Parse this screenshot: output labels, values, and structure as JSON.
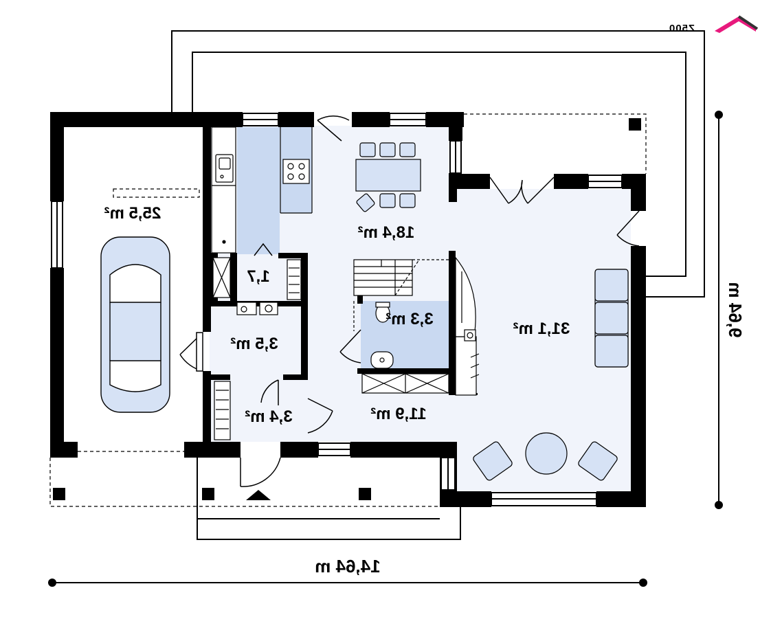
{
  "logo": {
    "text": "Z500",
    "accent": "#e8197d"
  },
  "colors": {
    "wall": "#000000",
    "floor": "#f1f4fb",
    "highlight": "#c9d9f1",
    "furniture": "#d6e2f5",
    "outline": "#000000"
  },
  "rooms": [
    {
      "id": "garage",
      "area": "25,5 m²"
    },
    {
      "id": "kitchen",
      "area": "18,4 m²"
    },
    {
      "id": "pantry",
      "area": "1,7"
    },
    {
      "id": "boiler",
      "area": "3,5 m²"
    },
    {
      "id": "vestibule",
      "area": "3,4 m²"
    },
    {
      "id": "bathroom",
      "area": "3,3 m²"
    },
    {
      "id": "hall",
      "area": "11,9 m²"
    },
    {
      "id": "living",
      "area": "31,1 m²"
    }
  ],
  "dimensions": {
    "width": "14,64 m",
    "depth": "9,64 m"
  }
}
